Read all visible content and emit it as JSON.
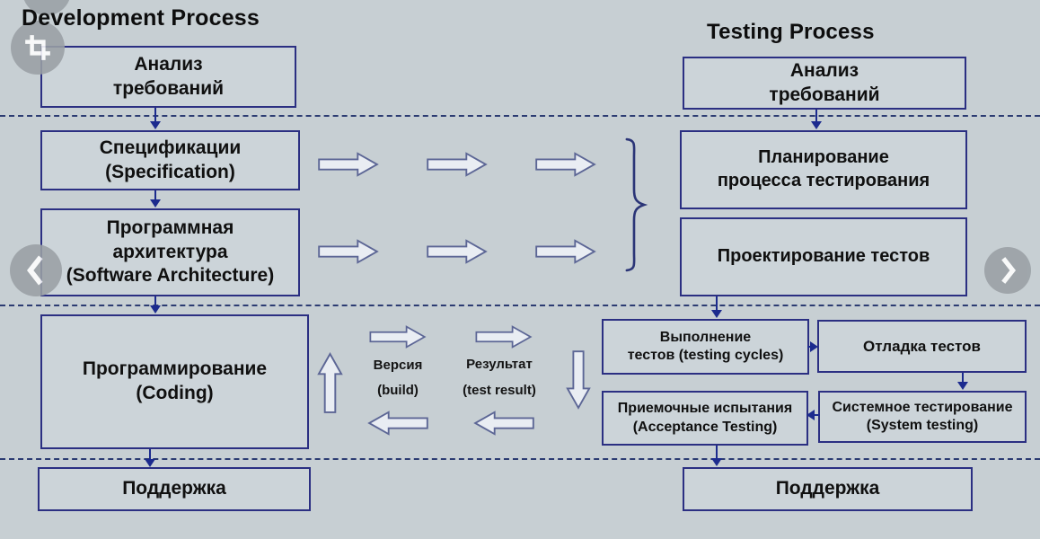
{
  "dev": {
    "title": "Development Process",
    "analysis": [
      "Анализ",
      "требований"
    ],
    "spec": [
      "Спецификации",
      "(Specification)"
    ],
    "arch": [
      "Программная",
      "архитектура",
      "(Software Architecture)"
    ],
    "coding": [
      "Программирование",
      "(Coding)"
    ],
    "support": [
      "Поддержка"
    ]
  },
  "test": {
    "title": "Testing Process",
    "analysis": [
      "Анализ",
      "требований"
    ],
    "planning": [
      "Планирование",
      "процесса тестирования"
    ],
    "design": [
      "Проектирование тестов"
    ],
    "execution": [
      "Выполнение",
      "тестов (testing cycles)"
    ],
    "debug": [
      "Отладка тестов"
    ],
    "acceptance": [
      "Приемочные испытания",
      "(Acceptance Testing)"
    ],
    "system": [
      "Системное тестирование",
      "(System testing)"
    ],
    "support": [
      "Поддержка"
    ]
  },
  "flow_labels": {
    "version": "Версия",
    "version_en": "(build)",
    "result": "Результат",
    "result_en": "(test result)"
  },
  "icons": {
    "crop": "crop-icon",
    "prev": "chevron-left-icon",
    "next": "chevron-right-icon"
  },
  "colors": {
    "background": "#c7cfd3",
    "box_fill": "#ccd4d9",
    "box_border": "#2b2f82",
    "connector": "#1c2b8e",
    "dash": "#2c3c72",
    "arrow_fill": "#e9edf3",
    "arrow_border": "#5c6695",
    "brace": "#2b3577",
    "overlay": "#9aa0a5"
  }
}
